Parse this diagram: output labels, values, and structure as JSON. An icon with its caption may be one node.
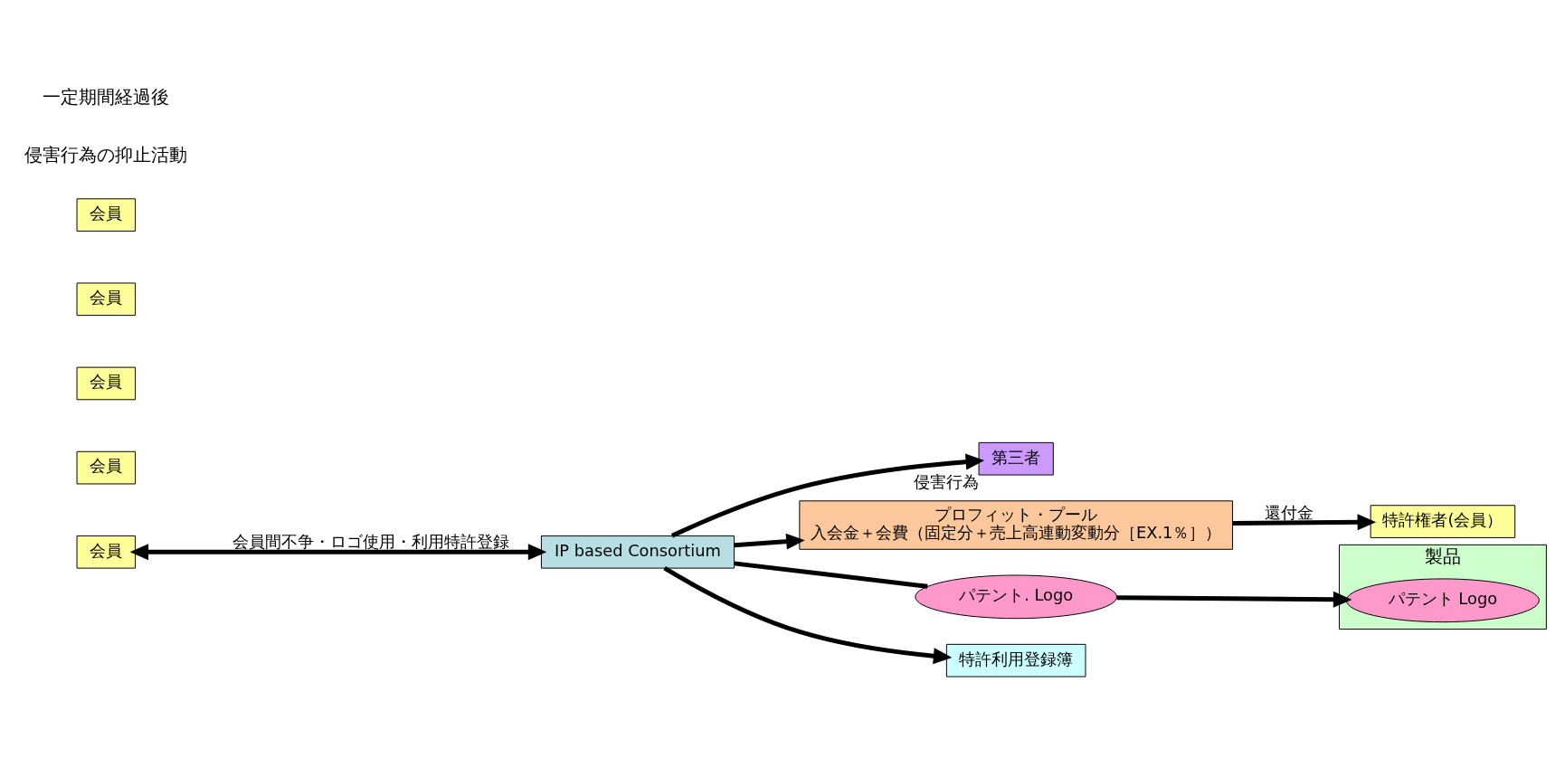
{
  "diagram": {
    "nodes": [
      {
        "text": [
          "会員"
        ]
      },
      {
        "text": [
          "会員"
        ]
      },
      {
        "text": [
          "会員"
        ]
      },
      {
        "text": [
          "会員"
        ]
      },
      {
        "text": [
          "会員"
        ]
      },
      {
        "text": [
          "IP based Consortium"
        ]
      },
      {
        "text": [
          "第三者"
        ],
        "beside": [
          "侵害行為"
        ]
      },
      {
        "text": [
          "プロフィット・プール",
          "入会金＋会費（固定分＋売上高連動変動分［EX.1％］）"
        ]
      },
      {
        "text": [
          "製品"
        ]
      },
      {
        "text": [
          "パテント Logo"
        ],
        "in": 8
      },
      {
        "text": [
          "パテント. Logo"
        ]
      },
      {
        "text": [
          "特許利用登録簿"
        ]
      },
      {
        "text": [
          "特許権者(会員）"
        ]
      }
    ],
    "edges": [
      {
        "from": 4,
        "to": 5,
        "arrow": "both",
        "label": "会員間不争・ロゴ使用・利用特許登録"
      },
      {
        "from": 5,
        "to": 6,
        "arrow": "to"
      },
      {
        "from": 5,
        "to": 7,
        "arrow": "to"
      },
      {
        "from": 5,
        "to": 10,
        "arrow": "none"
      },
      {
        "from": 10,
        "to": 9,
        "arrow": "to"
      },
      {
        "from": 5,
        "to": 11,
        "arrow": "to"
      },
      {
        "from": 7,
        "to": 12,
        "arrow": "to",
        "label": "還付金"
      }
    ],
    "labels": [
      "侵害行為の抑止活動",
      "一定期間経過後"
    ]
  }
}
